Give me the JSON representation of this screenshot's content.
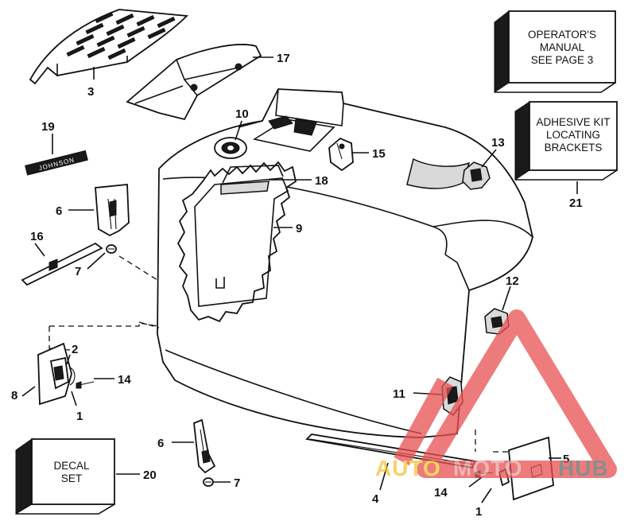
{
  "boxes": {
    "operators_manual": [
      "OPERATOR'S",
      "MANUAL",
      "SEE PAGE 3"
    ],
    "adhesive_kit": [
      "ADHESIVE KIT",
      "LOCATING",
      "BRACKETS"
    ],
    "decal_set": [
      "DECAL",
      "SET"
    ]
  },
  "callouts": {
    "c1a": "1",
    "c1b": "1",
    "c2": "2",
    "c3": "3",
    "c4": "4",
    "c5": "5",
    "c6a": "6",
    "c6b": "6",
    "c7a": "7",
    "c7b": "7",
    "c8": "8",
    "c9": "9",
    "c10": "10",
    "c11": "11",
    "c12": "12",
    "c13": "13",
    "c14a": "14",
    "c14b": "14",
    "c15": "15",
    "c16": "16",
    "c17": "17",
    "c18": "18",
    "c19": "19",
    "c20": "20",
    "c21": "21"
  },
  "decal_text": "JOHNSON",
  "watermark": {
    "left": "AUTO",
    "middle": "MOTO",
    "right": "HUB",
    "colors": {
      "left": "#f4c430",
      "middle": "#e8a0a0",
      "right": "#666666",
      "logo": "#e85050"
    }
  }
}
